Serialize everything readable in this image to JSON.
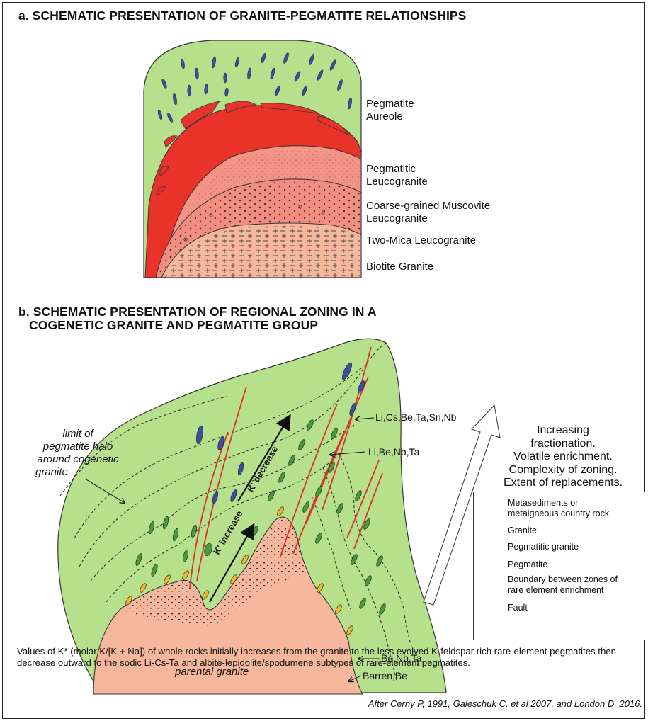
{
  "panel_a": {
    "title": "a. SCHEMATIC PRESENTATION OF GRANITE-PEGMATITE RELATIONSHIPS",
    "labels": {
      "aureole_1": "Pegmatite",
      "aureole_2": "Aureole",
      "pegleuco_1": "Pegmatitic",
      "pegleuco_2": "Leucogranite",
      "coarse_1": "Coarse-grained Muscovite",
      "coarse_2": "Leucogranite",
      "twomica": "Two-Mica Leucogranite",
      "biotite": "Biotite Granite"
    }
  },
  "panel_b": {
    "title_1": "b. SCHEMATIC PRESENTATION OF REGIONAL ZONING IN A",
    "title_2": "COGENETIC GRANITE AND PEGMATITE GROUP",
    "limit_1": "limit of",
    "limit_2": "pegmatite halo",
    "limit_3": "around cogenetic",
    "limit_4": "granite",
    "k_increase": "K' increase",
    "k_decrease": "K' decrease",
    "zone_1": "Li,Cs,Be,Ta,Sn,Nb",
    "zone_2": "Li,Be,Nb,Ta",
    "zone_3": "Be,Nb,Ta",
    "zone_4": "Barren,Be",
    "parental": "parental granite",
    "trend_1": "Increasing",
    "trend_2": "fractionation.",
    "trend_3": "Volatile enrichment.",
    "trend_4": "Complexity of zoning.",
    "trend_5": "Extent of replacements."
  },
  "legend": {
    "metased_1": "Metasediments or",
    "metased_2": "metaigneous country rock",
    "granite": "Granite",
    "peg_granite": "Pegmatitic granite",
    "pegmatite": "Pegmatite",
    "boundary_1": "Boundary between zones of",
    "boundary_2": "rare element enrichment",
    "fault": "Fault"
  },
  "note": "Values of K* (molar K/[K + Na]) of whole rocks initially increases from the granite to the less evolved K-feldspar rich rare-element pegmatites then decrease outward to the sodic Li-Cs-Ta and albite-lepidolite/spodumene subtypes of rare-element pegmatites.",
  "credit": "After Cerny P, 1991, Galeschuk C. et al 2007, and London D. 2016.",
  "colors": {
    "country_rock": "#b6e08c",
    "granite": "#f7b79c",
    "pegmatitic_granite": "#f7b79c",
    "red_zone": "#e8322a",
    "pegmatite_blue": "#3b4fa8",
    "pegmatite_green": "#4a9a3c",
    "pegmatite_yellow": "#f0b72a",
    "fault": "#d8322a"
  }
}
